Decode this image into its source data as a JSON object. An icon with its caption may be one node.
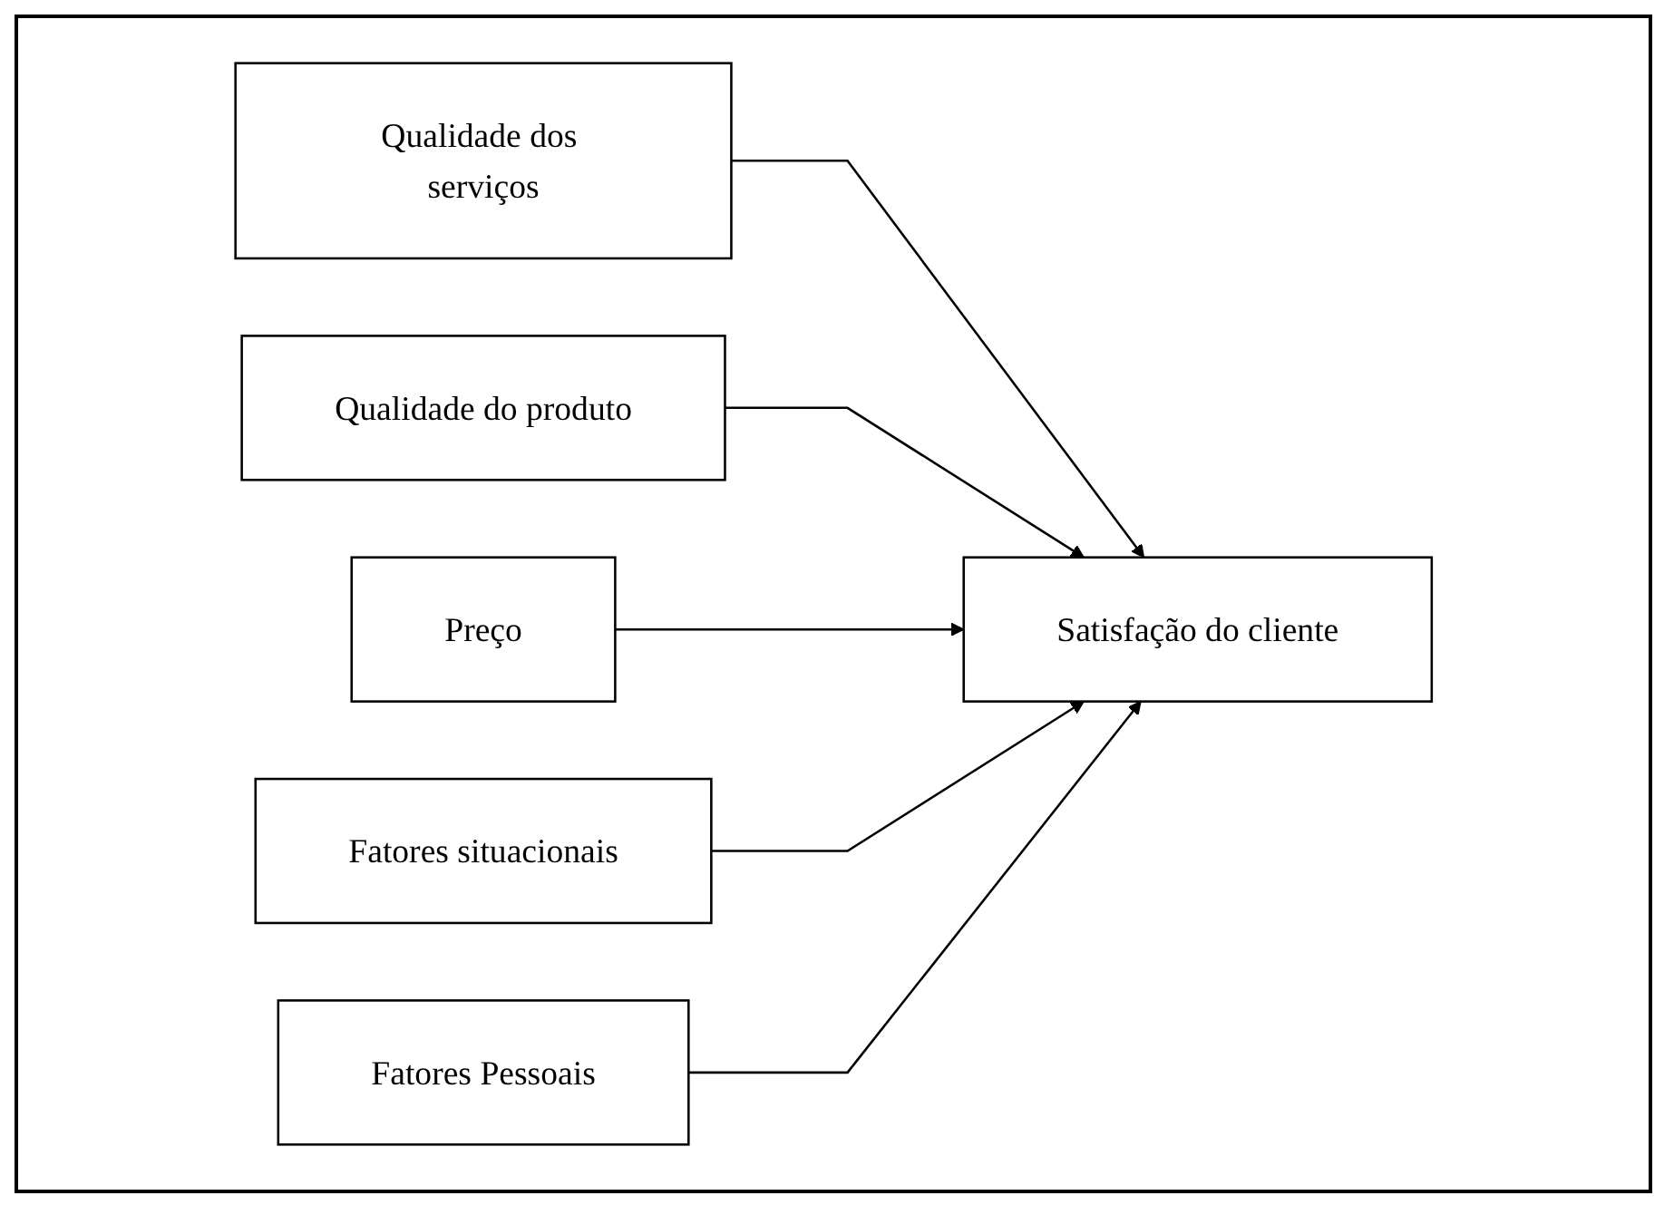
{
  "diagram": {
    "nodes": [
      {
        "text": [
          "Qualidade dos serviços"
        ]
      },
      {
        "text": [
          "Qualidade do produto"
        ]
      },
      {
        "text": [
          "Preço"
        ]
      },
      {
        "text": [
          "Fatores situacionais"
        ]
      },
      {
        "text": [
          "Satisfação do cliente"
        ]
      },
      {
        "text": [
          "Fatores Pessoais"
        ]
      }
    ],
    "edges": [
      {
        "from": 0,
        "to": 4,
        "arrow": "to"
      },
      {
        "from": 1,
        "to": 4,
        "arrow": "to"
      },
      {
        "from": 2,
        "to": 4,
        "arrow": "to"
      },
      {
        "from": 3,
        "to": 4,
        "arrow": "to"
      },
      {
        "from": 5,
        "to": 4,
        "arrow": "to"
      }
    ]
  }
}
